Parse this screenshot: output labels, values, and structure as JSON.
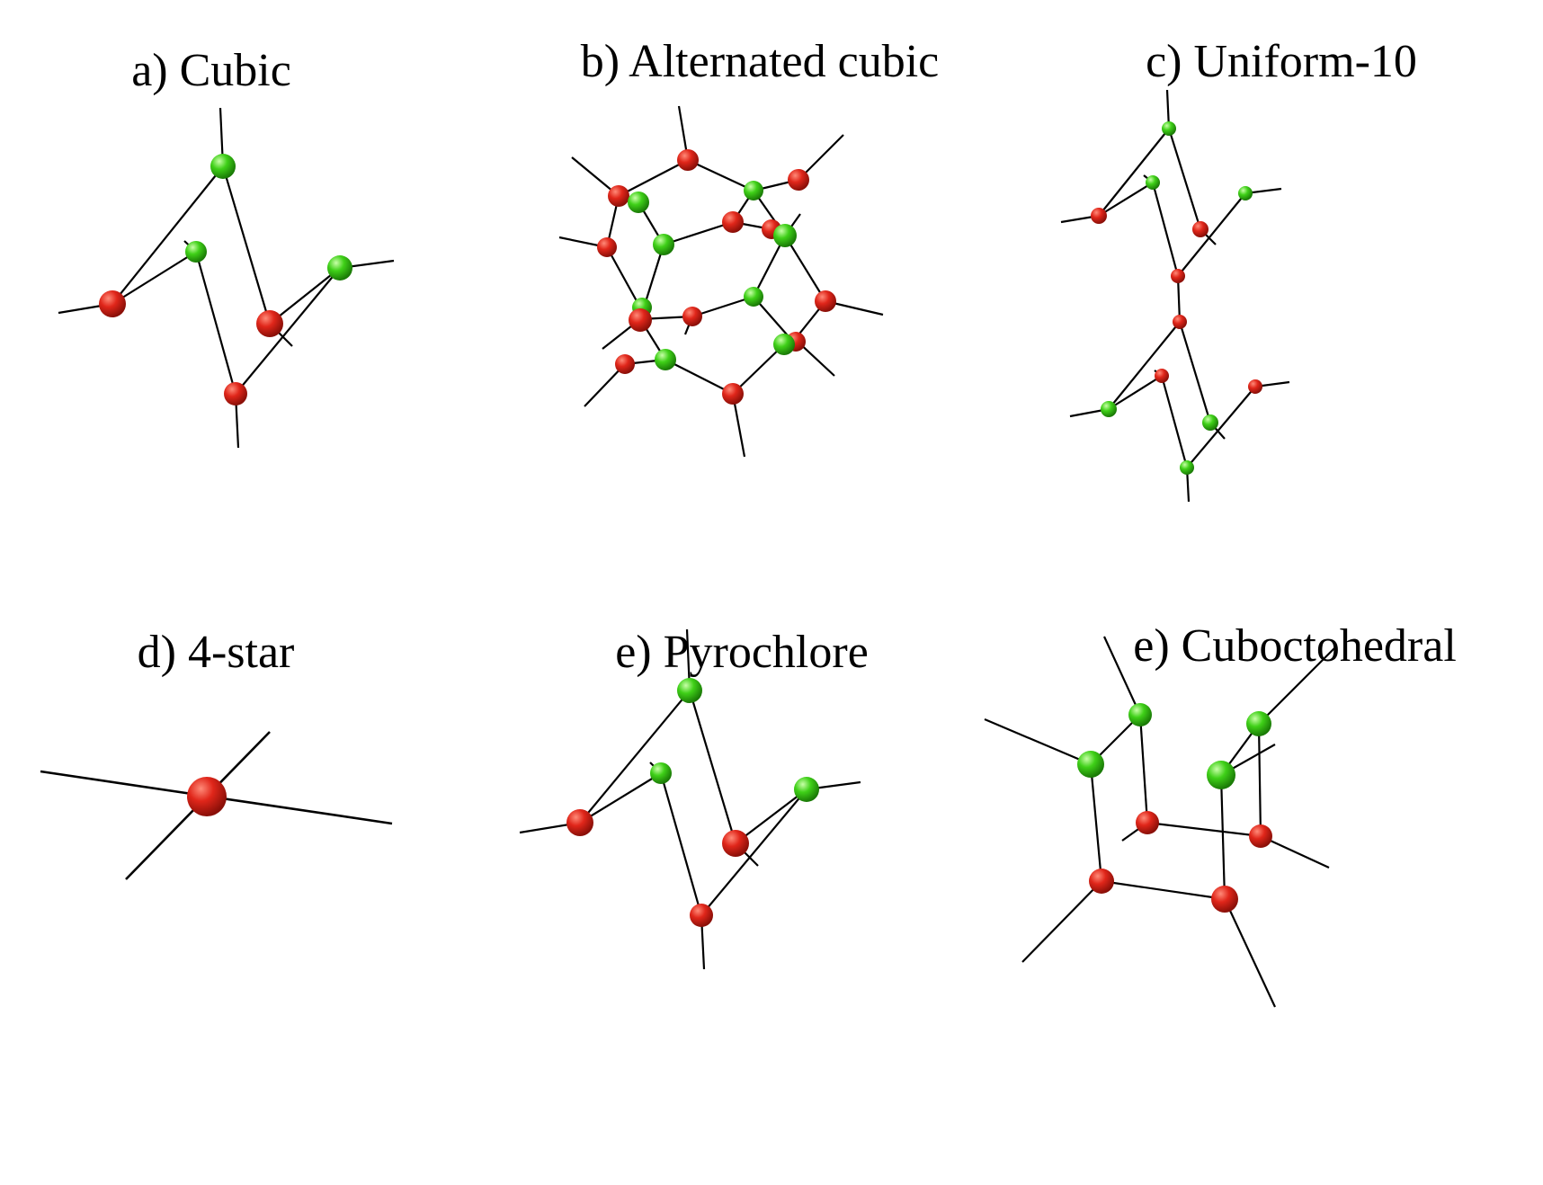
{
  "colors": {
    "red_node": "#e0261a",
    "green_node": "#3fd018",
    "edge": "#000000",
    "background": "#ffffff"
  },
  "panels": [
    {
      "id": "a",
      "title": "a) Cubic"
    },
    {
      "id": "b",
      "title": "b) Alternated cubic"
    },
    {
      "id": "c",
      "title": "c) Uniform-10"
    },
    {
      "id": "d",
      "title": "d) 4-star"
    },
    {
      "id": "e",
      "title": "e) Pyrochlore"
    },
    {
      "id": "f",
      "title": "e) Cuboctohedral"
    }
  ]
}
